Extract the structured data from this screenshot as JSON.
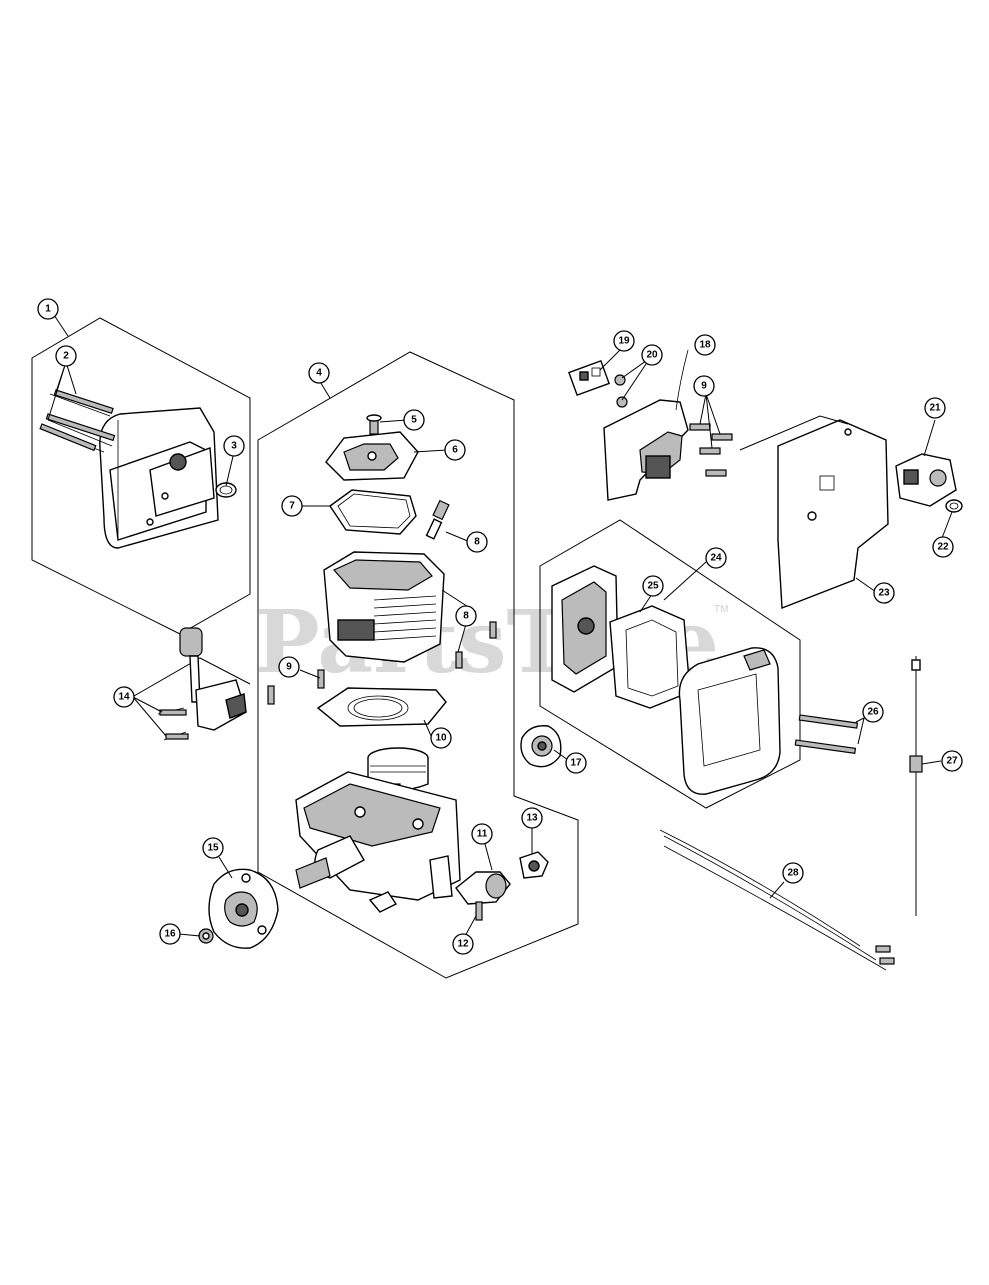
{
  "watermark": {
    "text": "PartsTree",
    "tm": "TM"
  },
  "callouts": [
    "1",
    "2",
    "3",
    "4",
    "5",
    "6",
    "7",
    "8",
    "9",
    "10",
    "11",
    "12",
    "13",
    "14",
    "15",
    "16",
    "17",
    "18",
    "19",
    "20",
    "21",
    "22",
    "23",
    "24",
    "25",
    "26",
    "27",
    "28"
  ]
}
